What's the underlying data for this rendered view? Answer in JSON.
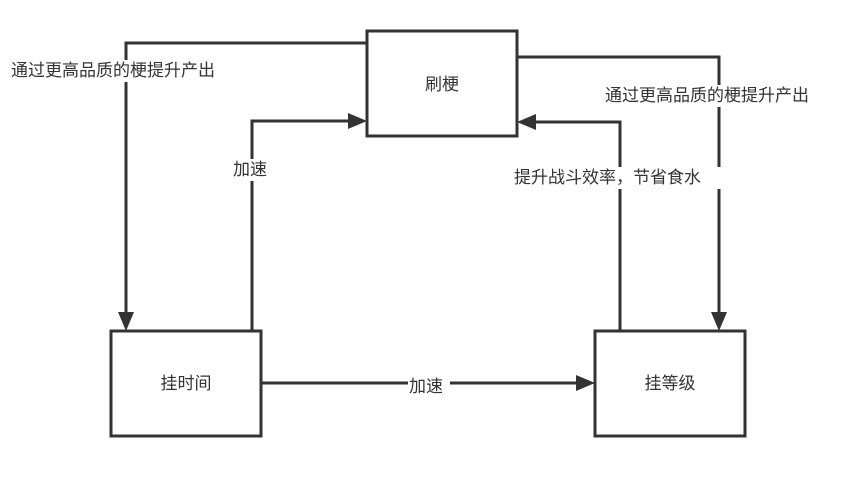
{
  "diagram": {
    "nodes": [
      {
        "id": "shuageng",
        "label": "刷梗"
      },
      {
        "id": "guashijian",
        "label": "挂时间"
      },
      {
        "id": "guadengji",
        "label": "挂等级"
      }
    ],
    "edges": [
      {
        "from": "shuageng",
        "to": "guashijian",
        "label": "通过更高品质的梗提升产出"
      },
      {
        "from": "shuageng",
        "to": "guadengji",
        "label": "通过更高品质的梗提升产出"
      },
      {
        "from": "guashijian",
        "to": "shuageng",
        "label": "加速"
      },
      {
        "from": "guadengji",
        "to": "shuageng",
        "label": "提升战斗效率，节省食水"
      },
      {
        "from": "guashijian",
        "to": "guadengji",
        "label": "加速"
      }
    ]
  }
}
